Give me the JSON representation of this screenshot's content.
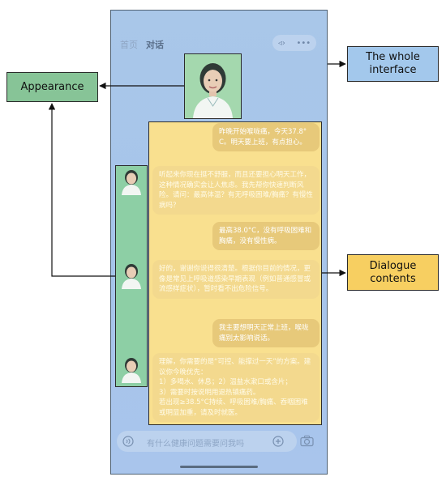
{
  "nav": {
    "home": "首页",
    "dialogue": "对话",
    "speaker": "◃›",
    "more": "•••"
  },
  "messages": [
    {
      "role": "user",
      "text": "昨晚开始喉咙痛，今天37.8°C。明天要上班，有点担心。"
    },
    {
      "role": "assistant",
      "text": "听起来你现在挺不舒服，而且还要担心明天工作，这种情况确实会让人焦虑。我先帮你快速判断风险。请问：最高体温？有无呼吸困难/胸痛？有慢性病吗？"
    },
    {
      "role": "user",
      "text": "最高38.0°C，没有呼吸困难和胸痛，没有慢性病。"
    },
    {
      "role": "assistant",
      "text": "好的，谢谢你说得很清楚。根据你目前的情况，更像是常见上呼吸道感染早期表现（例如普通感冒或流感样症状），暂时看不出危险信号。"
    },
    {
      "role": "user",
      "text": "我主要想明天正常上班，喉咙痛别太影响说话。"
    },
    {
      "role": "assistant",
      "lines": [
        "理解，你需要的是“可控、能撑过一天”的方案。建议你今晚优先：",
        "1）多喝水、休息；2）温盐水漱口或含片；",
        "3）需要时按说明用退热镇痛药。",
        "若出现≥38.5°C持续、呼吸困难/胸痛、吞咽困难或明显加重，请及时就医。"
      ]
    }
  ],
  "input": {
    "placeholder": "有什么健康问题需要问我吗"
  },
  "labels": {
    "appearance": "Appearance",
    "interface": "The whole interface",
    "dialogue": "Dialogue contents"
  },
  "colors": {
    "phone_bg": "#a9c7e9",
    "appearance": "#87c497",
    "interface": "#a3c8ec",
    "dialogue": "#f7cf61"
  }
}
